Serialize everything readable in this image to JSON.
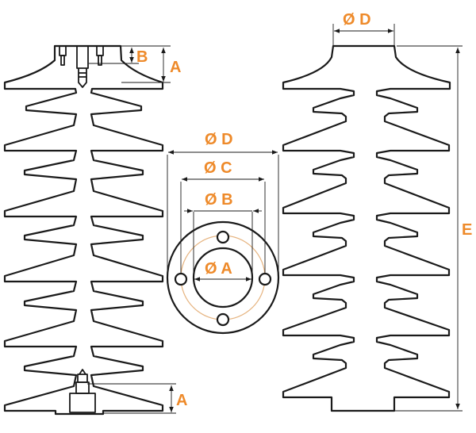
{
  "labels": {
    "left_top_a": "A",
    "left_top_b": "B",
    "left_bottom_a": "A",
    "center_d": "Ø D",
    "center_c": "Ø C",
    "center_b": "Ø B",
    "center_a": "Ø A",
    "right_d": "Ø D",
    "right_e": "E"
  },
  "colors": {
    "label": "#ee8a2a",
    "bolt_circle": "#e6b480",
    "outline": "#1a1a1a",
    "background": "#ffffff"
  },
  "icons": {
    "dimension_arrow": "dimension-arrow-icon"
  }
}
